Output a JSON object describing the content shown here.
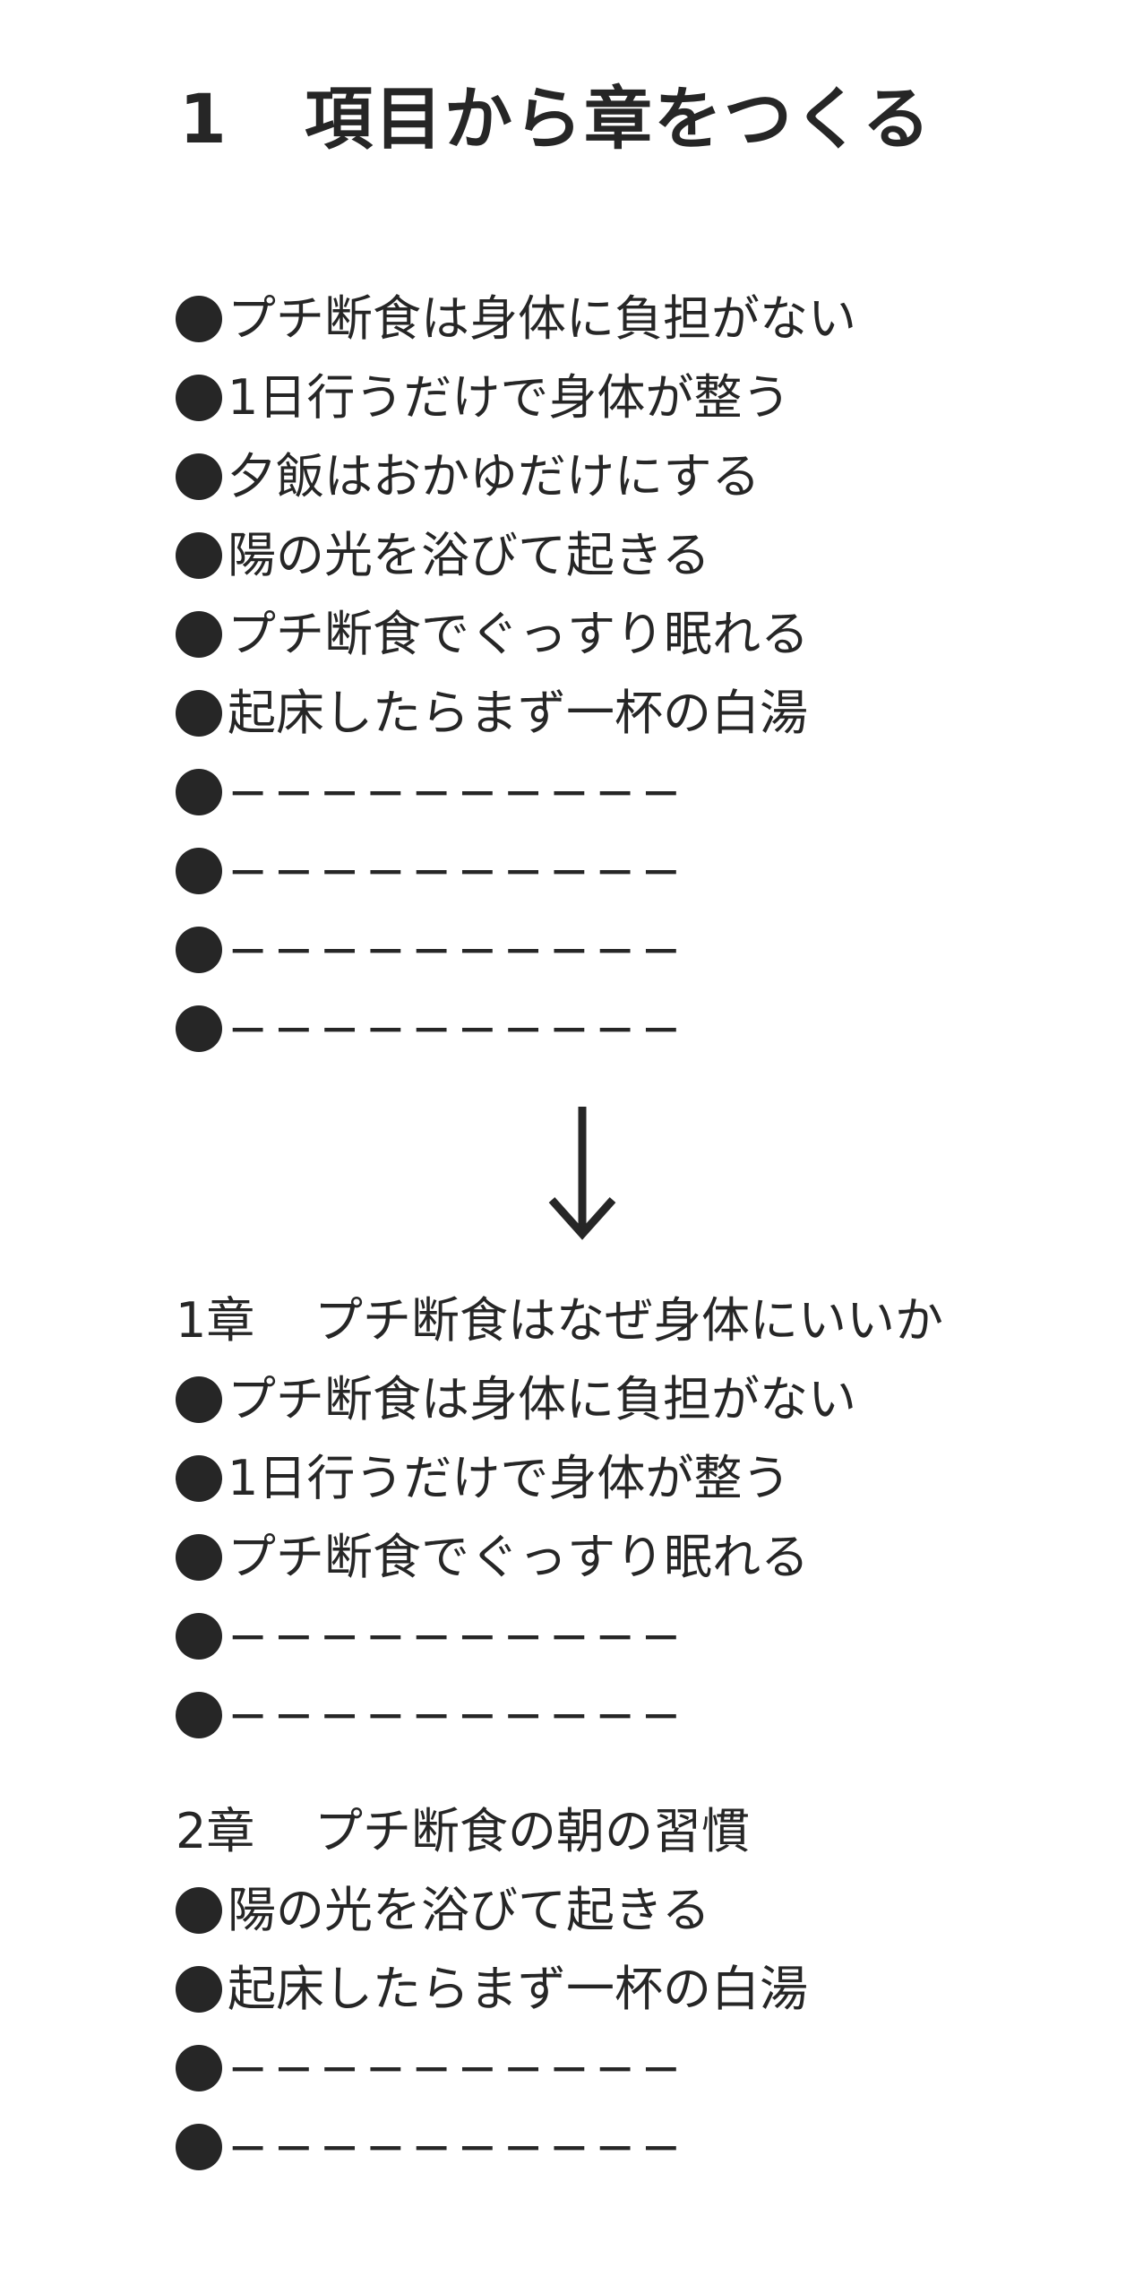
{
  "title": {
    "number": "1",
    "text": "項目から章をつくる"
  },
  "items": [
    "プチ断食は身体に負担がない",
    "1日行うだけで身体が整う",
    "夕飯はおかゆだけにする",
    "陽の光を浴びて起きる",
    "プチ断食でぐっすり眠れる",
    "起床したらまず一杯の白湯",
    "−−−−−−−−−−",
    "−−−−−−−−−−",
    "−−−−−−−−−−",
    "−−−−−−−−−−"
  ],
  "chapters": [
    {
      "number": "1章",
      "title": "プチ断食はなぜ身体にいいか",
      "items": [
        "プチ断食は身体に負担がない",
        "1日行うだけで身体が整う",
        "プチ断食でぐっすり眠れる",
        "−−−−−−−−−−",
        "−−−−−−−−−−"
      ]
    },
    {
      "number": "2章",
      "title": "プチ断食の朝の習慣",
      "items": [
        "陽の光を浴びて起きる",
        "起床したらまず一杯の白湯",
        "−−−−−−−−−−",
        "−−−−−−−−−−"
      ]
    }
  ]
}
